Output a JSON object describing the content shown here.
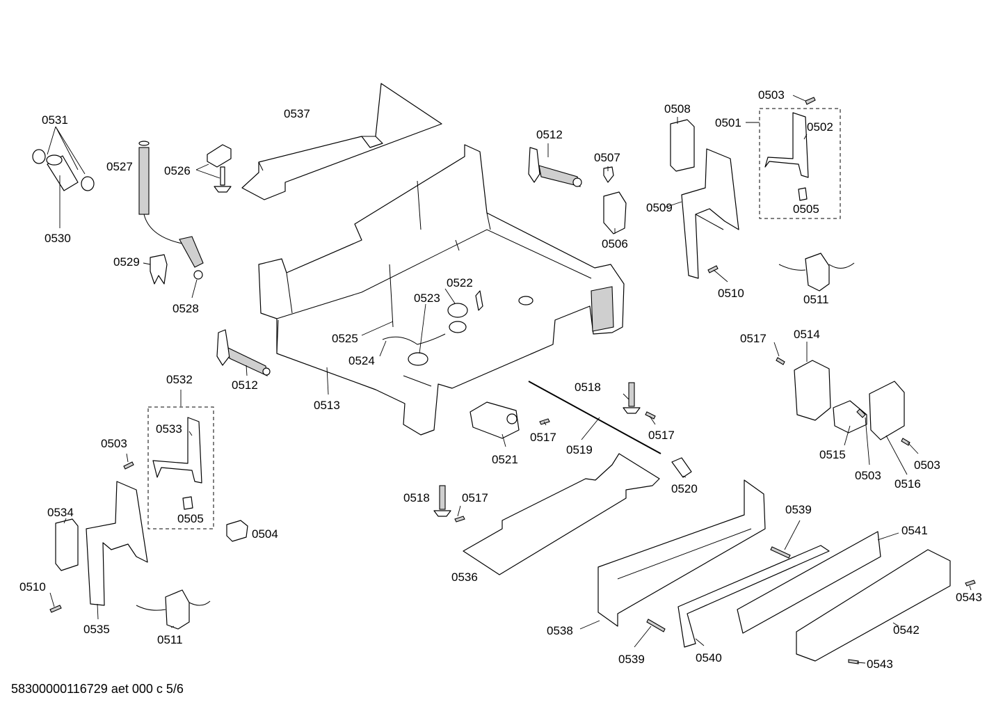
{
  "footer": {
    "doc_id": "58300000116729 aet 000 c 5/6"
  },
  "labels": {
    "p0501": "0501",
    "p0502": "0502",
    "p0503": "0503",
    "p0504": "0504",
    "p0505": "0505",
    "p0506": "0506",
    "p0507": "0507",
    "p0508": "0508",
    "p0509": "0509",
    "p0510": "0510",
    "p0511": "0511",
    "p0512": "0512",
    "p0513": "0513",
    "p0514": "0514",
    "p0515": "0515",
    "p0516": "0516",
    "p0517": "0517",
    "p0518": "0518",
    "p0519": "0519",
    "p0520": "0520",
    "p0521": "0521",
    "p0522": "0522",
    "p0523": "0523",
    "p0524": "0524",
    "p0525": "0525",
    "p0526": "0526",
    "p0527": "0527",
    "p0528": "0528",
    "p0529": "0529",
    "p0530": "0530",
    "p0531": "0531",
    "p0532": "0532",
    "p0533": "0533",
    "p0534": "0534",
    "p0535": "0535",
    "p0536": "0536",
    "p0537": "0537",
    "p0538": "0538",
    "p0539": "0539",
    "p0540": "0540",
    "p0541": "0541",
    "p0542": "0542",
    "p0543": "0543"
  }
}
